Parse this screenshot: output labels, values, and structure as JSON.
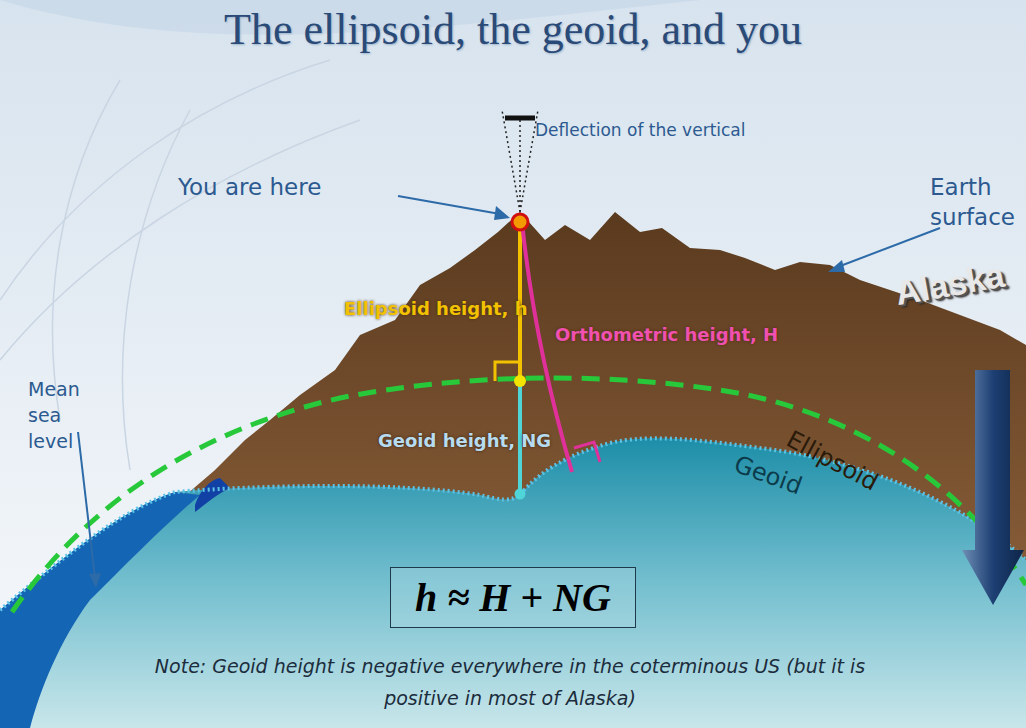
{
  "diagram": {
    "title": "The ellipsoid, the geoid, and you",
    "nodes": [
      {
        "text": [
          "h ≈ H + NG"
        ]
      }
    ],
    "labels": [
      "Deflection of the vertical",
      "You are here",
      "Earth surface",
      "Alaska",
      "Ellipsoid height, h",
      "Orthometric height, H",
      "Mean sea level",
      "Ellipsoid",
      "Geoid height, NG",
      "Geoid",
      "Note: Geoid height is negative everywhere in the coterminous US (but it is positive in most of Alaska)"
    ]
  }
}
